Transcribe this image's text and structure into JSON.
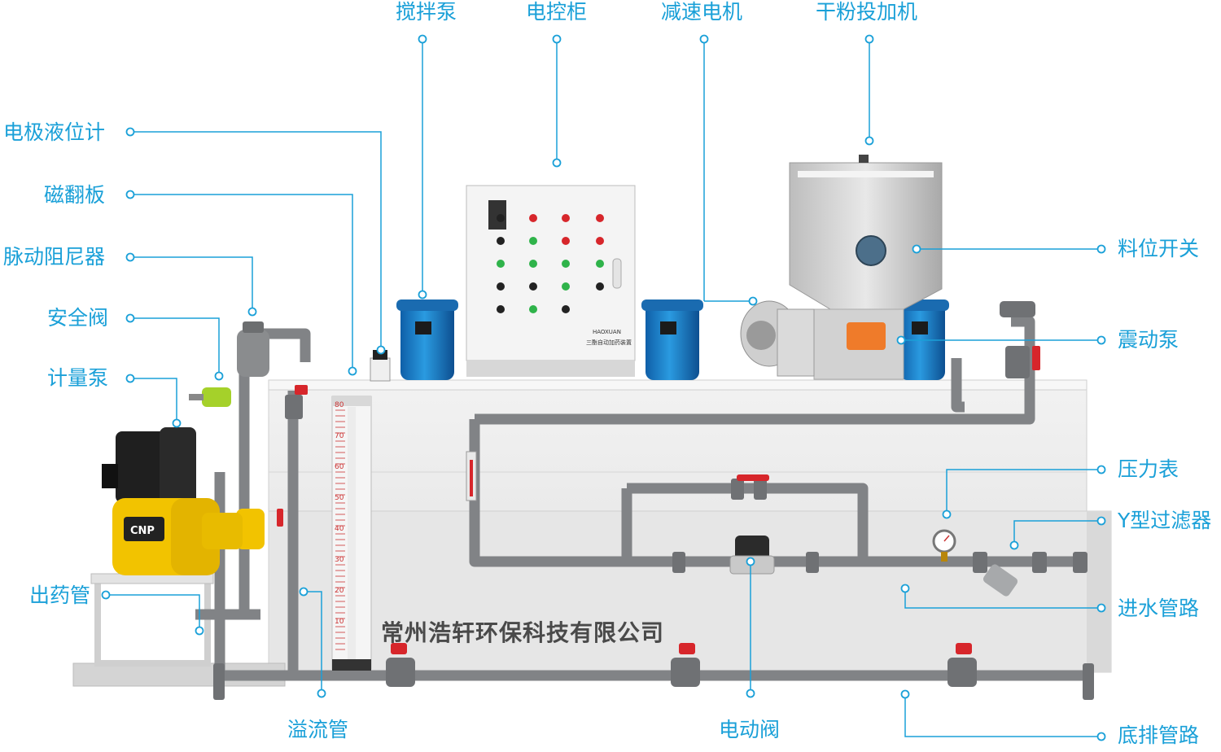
{
  "company": "常州浩轩环保科技有限公司",
  "brand_on_pump": "CNP",
  "labels": {
    "stir_pump": "搅拌泵",
    "control_cabinet": "电控柜",
    "reducer_motor": "减速电机",
    "powder_feeder": "干粉投加机",
    "electrode_level_meter": "电极液位计",
    "magnetic_flap": "磁翻板",
    "pulse_damper": "脉动阻尼器",
    "safety_valve": "安全阀",
    "metering_pump": "计量泵",
    "outlet_pipe": "出药管",
    "overflow_pipe": "溢流管",
    "electric_valve": "电动阀",
    "bottom_drain": "底排管路",
    "inlet_pipe": "进水管路",
    "y_filter": "Y型过滤器",
    "pressure_gauge": "压力表",
    "vibration_pump": "震动泵",
    "level_switch": "料位开关"
  },
  "colors": {
    "accent": "#1aa0d8",
    "tank": "#eaeaea",
    "pipe": "#808285",
    "motor_blue": "#1a78c2",
    "pump_yellow": "#f2c300",
    "valve_red": "#d7262b"
  },
  "level_scale": [
    "80",
    "70",
    "60",
    "50",
    "40",
    "30",
    "20",
    "10"
  ]
}
